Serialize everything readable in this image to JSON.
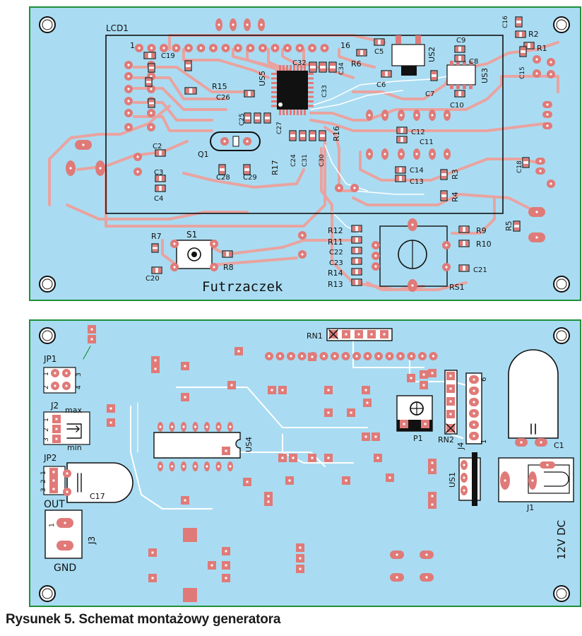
{
  "caption": "Rysunek 5. Schemat montażowy generatora",
  "colors": {
    "board": "#a9dcf2",
    "board_border": "#1f8f3a",
    "trace": "#e9a3a0",
    "trace_white": "#ffffff",
    "pad": "#e07a78",
    "ink": "#111111"
  },
  "top_board": {
    "signature": "Futrzaczek",
    "lcd": {
      "name": "LCD1",
      "pin_first": "1",
      "pin_last": "16"
    },
    "labels": [
      {
        "id": "C16",
        "t": "C16"
      },
      {
        "id": "R2",
        "t": "R2"
      },
      {
        "id": "R1",
        "t": "R1"
      },
      {
        "id": "C15",
        "t": "C15"
      },
      {
        "id": "C19",
        "t": "C19"
      },
      {
        "id": "C32",
        "t": "C32"
      },
      {
        "id": "US5",
        "t": "US5"
      },
      {
        "id": "C34",
        "t": "C34"
      },
      {
        "id": "C5",
        "t": "C5"
      },
      {
        "id": "R6",
        "t": "R6"
      },
      {
        "id": "US2",
        "t": "US2"
      },
      {
        "id": "C9",
        "t": "C9"
      },
      {
        "id": "C8",
        "t": "C8"
      },
      {
        "id": "US3",
        "t": "US3"
      },
      {
        "id": "C6",
        "t": "C6"
      },
      {
        "id": "C7",
        "t": "C7"
      },
      {
        "id": "C10",
        "t": "C10"
      },
      {
        "id": "R15",
        "t": "R15"
      },
      {
        "id": "C26",
        "t": "C26"
      },
      {
        "id": "C33",
        "t": "C33"
      },
      {
        "id": "C25",
        "t": "C25"
      },
      {
        "id": "C27",
        "t": "C27"
      },
      {
        "id": "R16",
        "t": "R16"
      },
      {
        "id": "C12",
        "t": "C12"
      },
      {
        "id": "C11",
        "t": "C11"
      },
      {
        "id": "C2",
        "t": "C2"
      },
      {
        "id": "Q1",
        "t": "Q1"
      },
      {
        "id": "R17",
        "t": "R17"
      },
      {
        "id": "C24",
        "t": "C24"
      },
      {
        "id": "C31",
        "t": "C31"
      },
      {
        "id": "C30",
        "t": "C30"
      },
      {
        "id": "C28",
        "t": "C28"
      },
      {
        "id": "C29",
        "t": "C29"
      },
      {
        "id": "C3",
        "t": "C3"
      },
      {
        "id": "C4",
        "t": "C4"
      },
      {
        "id": "C14",
        "t": "C14"
      },
      {
        "id": "C13",
        "t": "C13"
      },
      {
        "id": "R3",
        "t": "R3"
      },
      {
        "id": "R4",
        "t": "R4"
      },
      {
        "id": "C18",
        "t": "C18"
      },
      {
        "id": "R5",
        "t": "R5"
      },
      {
        "id": "R7",
        "t": "R7"
      },
      {
        "id": "S1",
        "t": "S1"
      },
      {
        "id": "R8",
        "t": "R8"
      },
      {
        "id": "C20",
        "t": "C20"
      },
      {
        "id": "R12",
        "t": "R12"
      },
      {
        "id": "R11",
        "t": "R11"
      },
      {
        "id": "C22",
        "t": "C22"
      },
      {
        "id": "C23",
        "t": "C23"
      },
      {
        "id": "R14",
        "t": "R14"
      },
      {
        "id": "R13",
        "t": "R13"
      },
      {
        "id": "R9",
        "t": "R9"
      },
      {
        "id": "R10",
        "t": "R10"
      },
      {
        "id": "C21",
        "t": "C21"
      },
      {
        "id": "RS1",
        "t": "RS1"
      }
    ]
  },
  "bottom_board": {
    "labels": [
      {
        "id": "RN1",
        "t": "RN1"
      },
      {
        "id": "JP1",
        "t": "JP1"
      },
      {
        "id": "J2",
        "t": "J2"
      },
      {
        "id": "max",
        "t": "max"
      },
      {
        "id": "min",
        "t": "min"
      },
      {
        "id": "JP2",
        "t": "JP2"
      },
      {
        "id": "OUT",
        "t": "OUT"
      },
      {
        "id": "C17",
        "t": "C17"
      },
      {
        "id": "J3",
        "t": "J3"
      },
      {
        "id": "GND",
        "t": "GND"
      },
      {
        "id": "US4",
        "t": "US4"
      },
      {
        "id": "P1",
        "t": "P1"
      },
      {
        "id": "RN2",
        "t": "RN2"
      },
      {
        "id": "J4",
        "t": "J4"
      },
      {
        "id": "US1",
        "t": "US1"
      },
      {
        "id": "C1",
        "t": "C1"
      },
      {
        "id": "J1",
        "t": "J1"
      },
      {
        "id": "vdc",
        "t": "12V DC"
      }
    ],
    "pin_numbers": {
      "jp1": [
        "1",
        "2",
        "3",
        "4"
      ],
      "j2": [
        "1",
        "2",
        "3"
      ],
      "jp2": [
        "1",
        "2",
        "3"
      ],
      "j3": [
        "1"
      ],
      "j4": [
        "6",
        "1"
      ]
    }
  }
}
